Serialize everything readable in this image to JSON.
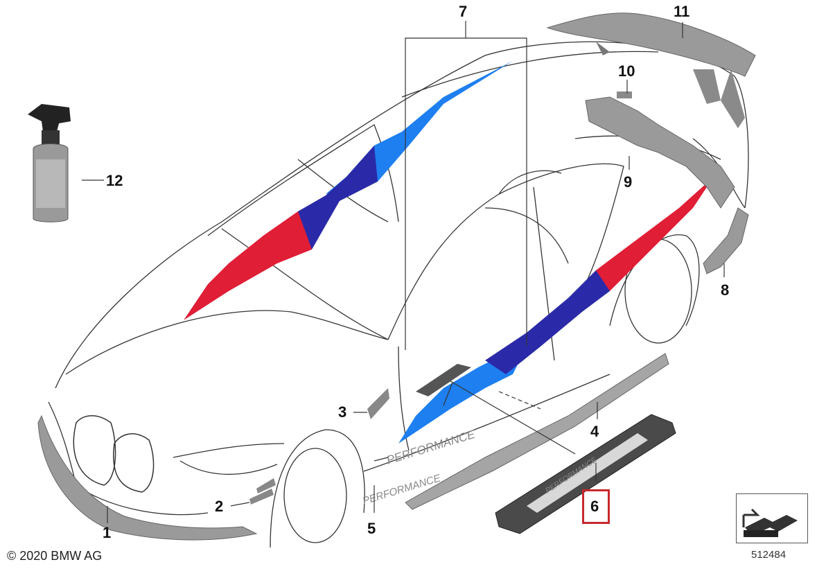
{
  "callouts": {
    "c1": "1",
    "c2": "2",
    "c3": "3",
    "c4": "4",
    "c5": "5",
    "c6": "6",
    "c7": "7",
    "c8": "8",
    "c9": "9",
    "c10": "10",
    "c11": "11",
    "c12": "12"
  },
  "labels": {
    "door_sill_text": "PERFORMANCE",
    "side_decal_text": "PERFORMANCE",
    "small_logo_text": "PERFORMANCE"
  },
  "footer": {
    "copyright": "© 2020 BMW AG",
    "diagram_number": "512484"
  },
  "highlighted_part": "6",
  "colors": {
    "line": "#333333",
    "stripe_light_blue": "#1e7ff0",
    "stripe_dark_blue": "#2a2aa8",
    "stripe_red": "#e01e36",
    "part_grey": "#9a9a9a",
    "highlight": "#c8282d"
  }
}
